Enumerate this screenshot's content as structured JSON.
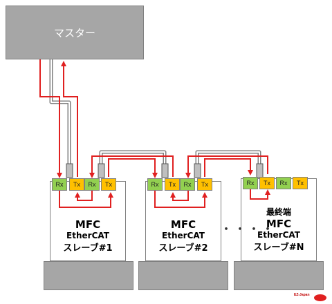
{
  "master": {
    "label": "マスター"
  },
  "ports": {
    "rx": "Rx",
    "tx": "Tx"
  },
  "slaves": [
    {
      "line1": "MFC",
      "line2": "EtherCAT",
      "line3": "スレーブ#1"
    },
    {
      "line1": "MFC",
      "line2": "EtherCAT",
      "line3": "スレーブ#2"
    },
    {
      "line1": "MFC",
      "line2": "EtherCAT",
      "line3": "スレーブ#N",
      "note": "最終端"
    }
  ],
  "ellipsis": "・・・・",
  "logo": {
    "text": "EZ-Japan"
  },
  "colors": {
    "rx": "#92d050",
    "tx": "#ffc000",
    "signal": "#e02020",
    "cable": "#808080",
    "box": "#a6a6a6"
  }
}
